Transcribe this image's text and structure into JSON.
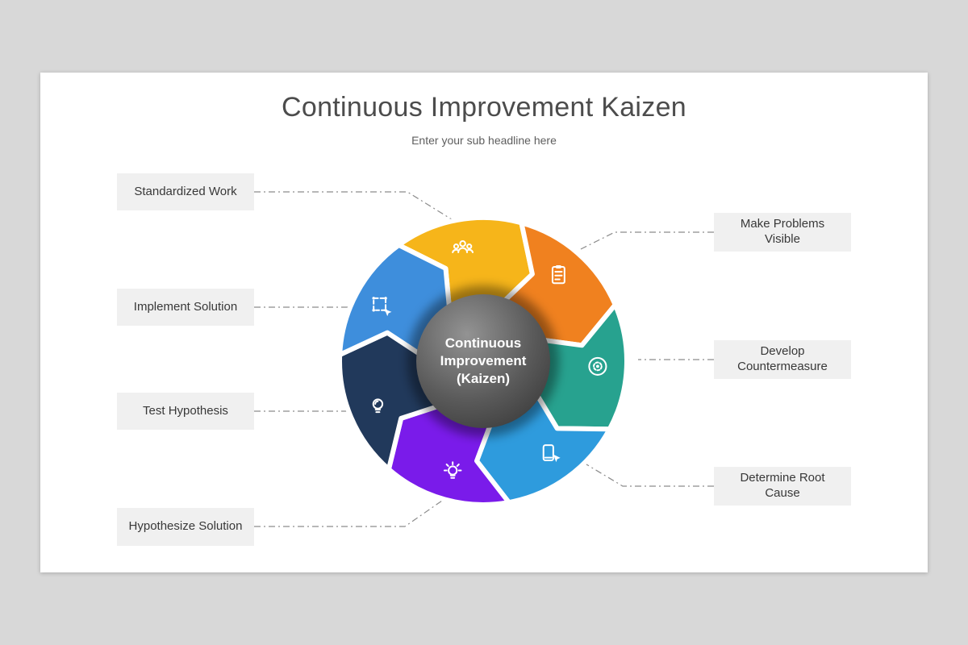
{
  "title": "Continuous Improvement Kaizen",
  "subtitle": "Enter your sub headline here",
  "hub": {
    "line1": "Continuous",
    "line2": "Improvement",
    "line3": "(Kaizen)",
    "gradient": [
      "#939393",
      "#5a5a5a",
      "#343434"
    ],
    "text_color": "#ffffff"
  },
  "left_labels": [
    {
      "label": "Standardized Work"
    },
    {
      "label": "Implement Solution"
    },
    {
      "label": "Test Hypothesis"
    },
    {
      "label": "Hypothesize Solution"
    }
  ],
  "right_labels": [
    {
      "label": "Make Problems Visible"
    },
    {
      "label": "Develop Countermeasure"
    },
    {
      "label": "Determine Root Cause"
    }
  ],
  "wheel": {
    "segments": [
      {
        "step": "Standardized Work",
        "color": "#F6B51A",
        "icon": "team-icon"
      },
      {
        "step": "Make Problems Visible",
        "color": "#F0811F",
        "icon": "clipboard-icon"
      },
      {
        "step": "Develop Countermeasure",
        "color": "#27A28F",
        "icon": "gear-icon"
      },
      {
        "step": "Determine Root Cause",
        "color": "#2E9BDD",
        "icon": "tap-phone-icon"
      },
      {
        "step": "Hypothesize Solution",
        "color": "#7A1BEA",
        "icon": "idea-bulb-icon"
      },
      {
        "step": "Test Hypothesis",
        "color": "#21395B",
        "icon": "bulb-icon"
      },
      {
        "step": "Implement Solution",
        "color": "#3E8EDC",
        "icon": "select-hand-icon"
      }
    ],
    "label_box_color": "#f0f0f0"
  }
}
